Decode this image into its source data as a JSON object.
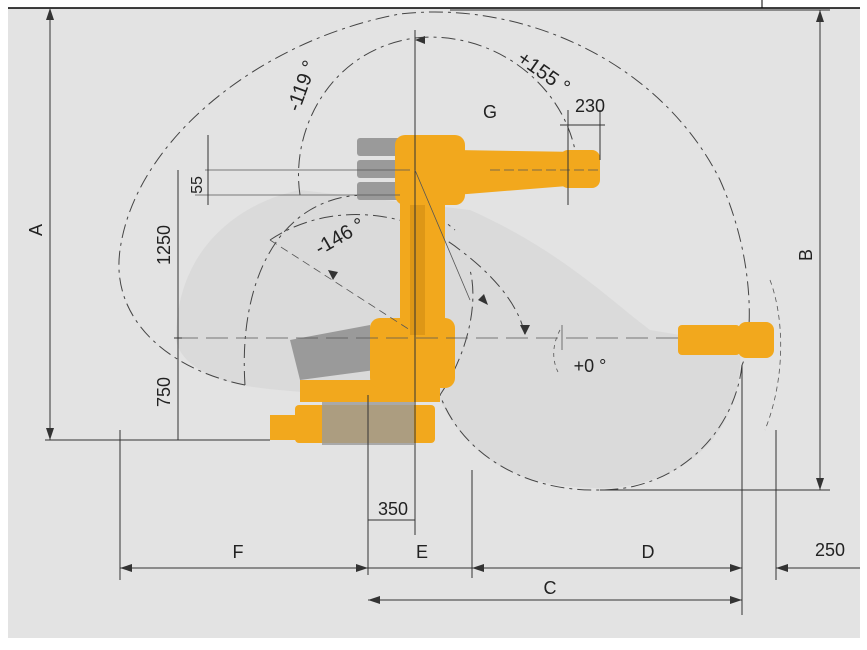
{
  "colors": {
    "background": "#e3e3e3",
    "robot_orange": "#f2a81d",
    "robot_dark": "#c98510",
    "motor_gray": "#9a9a9a",
    "workspace_fill": "#d3d3d3",
    "line": "#333333"
  },
  "dimensions": {
    "A": "A",
    "B": "B",
    "C": "C",
    "D": "D",
    "E": "E",
    "F": "F",
    "G": "G",
    "h1250": "1250",
    "h750": "750",
    "h55": "55",
    "w350": "350",
    "w230": "230",
    "w250": "250"
  },
  "angles": {
    "a_minus119": "-119 °",
    "a_plus155": "+155 °",
    "a_minus146": "-146 °",
    "a_plus0": "+0 °"
  }
}
